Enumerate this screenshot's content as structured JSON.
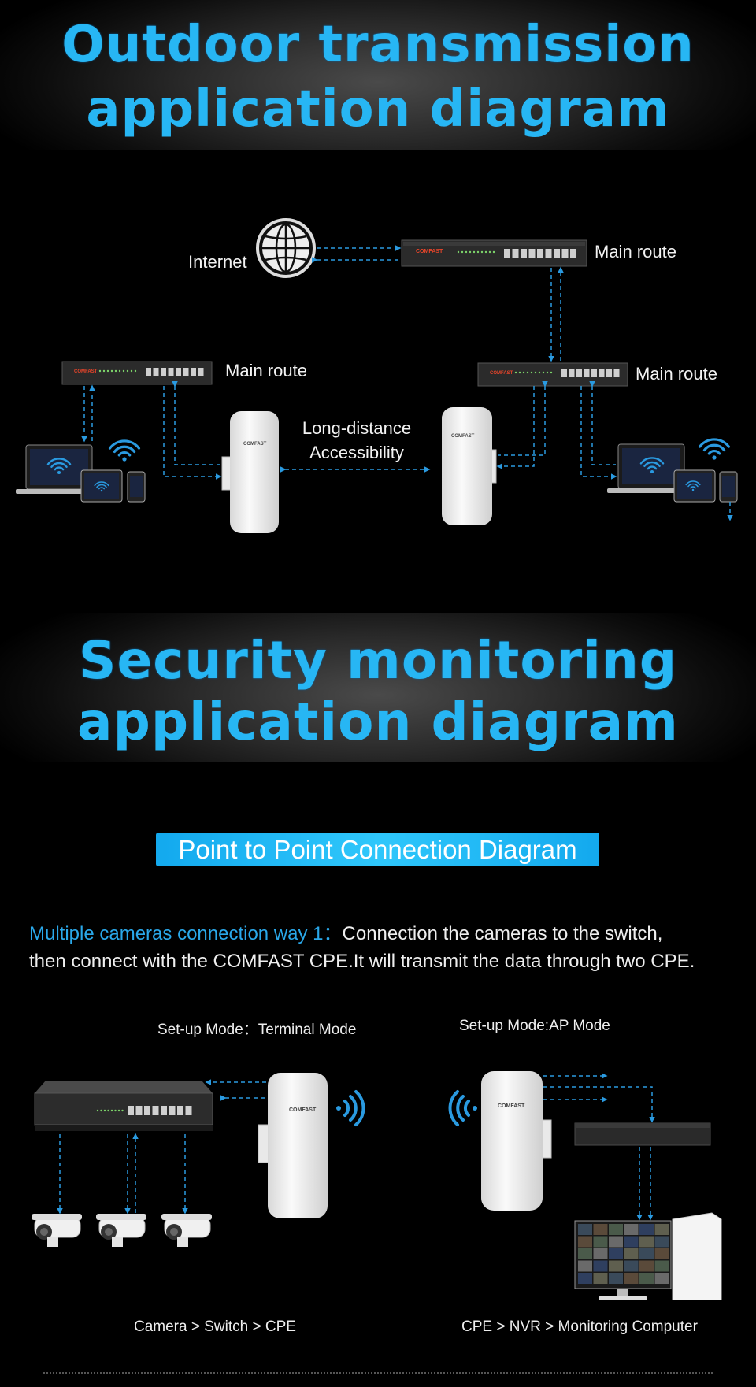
{
  "banner1": {
    "line1": "Outdoor transmission",
    "line2": "application diagram"
  },
  "diagram1": {
    "internet_label": "Internet",
    "main_route_top": "Main route",
    "main_route_left": "Main route",
    "main_route_right": "Main route",
    "link_label_1": "Long-distance",
    "link_label_2": "Accessibility",
    "brand": "COMFAST"
  },
  "banner2": {
    "line1": "Security monitoring",
    "line2": "application diagram"
  },
  "section": {
    "pill": "Point to Point Connection Diagram",
    "desc_highlight": "Multiple cameras connection way 1：",
    "desc_text_1": "Connection the cameras to the switch,",
    "desc_text_2": "then connect with the COMFAST CPE.It will transmit the data through two CPE."
  },
  "diagram2": {
    "left_mode": "Set-up Mode：Terminal Mode",
    "right_mode": "Set-up Mode:AP Mode",
    "left_chain": "Camera > Switch > CPE",
    "right_chain": "CPE > NVR > Monitoring Computer"
  },
  "colors": {
    "accent": "#27b6f4",
    "dash": "#1e90d8"
  }
}
